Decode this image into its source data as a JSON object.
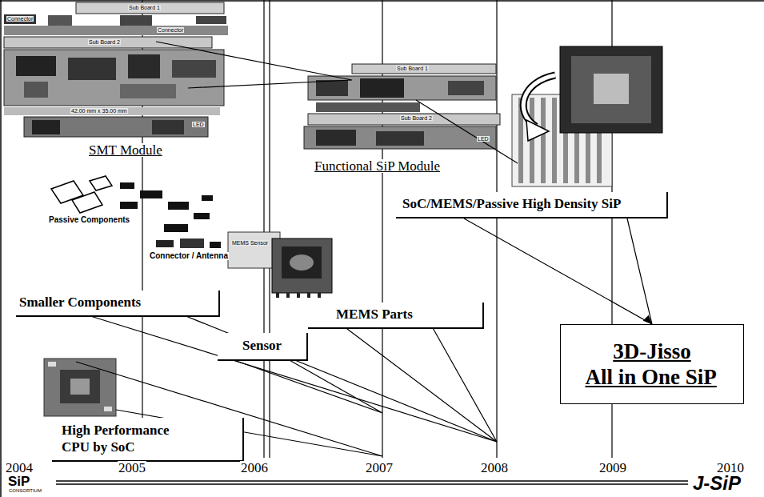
{
  "diagram": {
    "nodes": [
      {
        "text": [
          "SoC/MEMS/Passive High Density SiP"
        ]
      },
      {
        "text": [
          "Smaller Components"
        ]
      },
      {
        "text": [
          "MEMS Parts"
        ]
      },
      {
        "text": [
          "Sensor"
        ]
      },
      {
        "text": [
          "3D-Jisso All in One SiP"
        ]
      },
      {
        "text": [
          "High Performance CPU by SoC"
        ]
      }
    ],
    "edges": [
      {
        "from": 0,
        "to": 4,
        "arrow": "to"
      }
    ],
    "labels": [
      "SMT Module",
      "Functional SiP Module",
      "Passive Components",
      "Connector / Antenna",
      "Sub Board 1",
      "Connector",
      "Connector",
      "Sub Board 2",
      "42.00 mm x 35.00 mm",
      "LED",
      "Sub Board 1",
      "Sub Board 2",
      "LED",
      "MEMS Sensor",
      "2004",
      "2005",
      "2006",
      "2007",
      "2008",
      "2009",
      "2010",
      "SiP",
      "CONSORTIUM",
      "J-SiP"
    ]
  }
}
